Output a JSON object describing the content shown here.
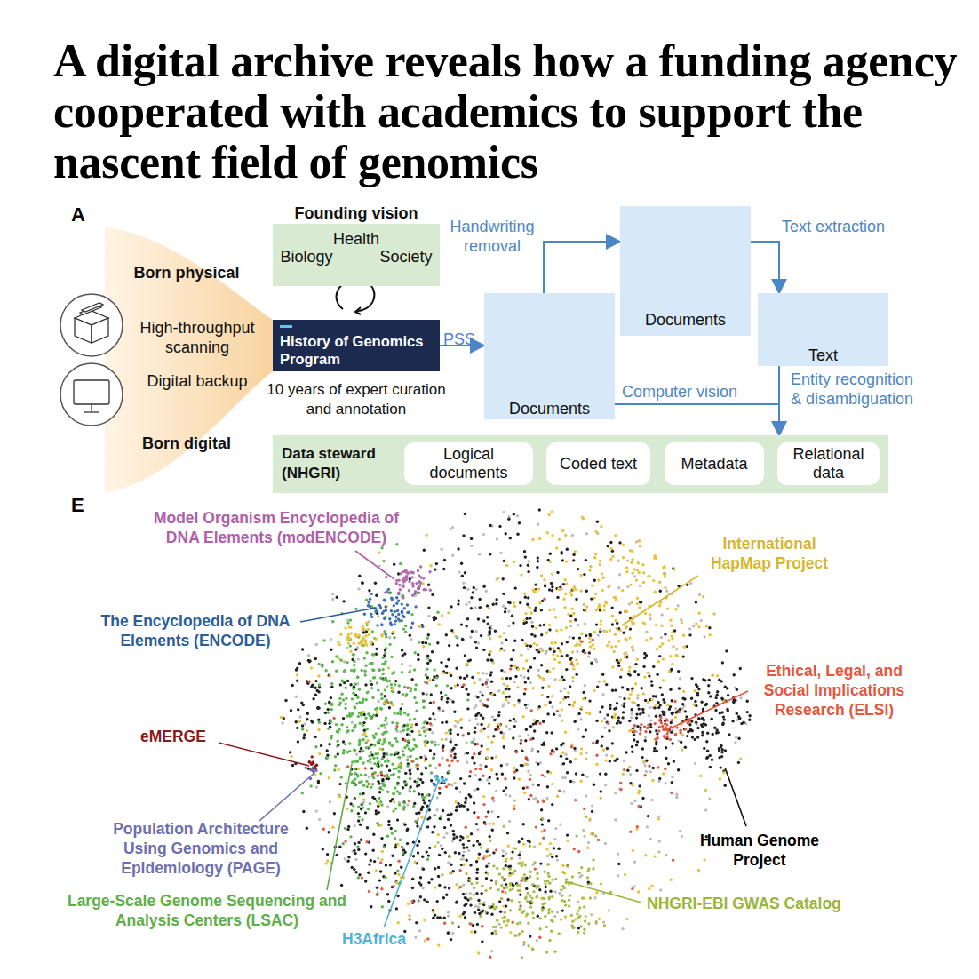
{
  "diagram": {
    "title": "A digital archive reveals how a funding agency cooperated with academics to support the nascent field of genomics",
    "nodes": [
      {
        "text": [
          "Founding vision",
          "Health",
          "Biology",
          "Society"
        ]
      },
      {
        "text": [
          "History of Genomics Program",
          "10 years of expert curation and annotation"
        ]
      },
      {
        "text": [
          "Documents"
        ]
      },
      {
        "text": [
          "Documents"
        ]
      },
      {
        "text": [
          "Text"
        ]
      },
      {
        "text": [
          "Data steward (NHGRI)"
        ]
      },
      {
        "text": [
          "Logical documents"
        ],
        "in": 5
      },
      {
        "text": [
          "Coded text"
        ],
        "in": 5
      },
      {
        "text": [
          "Metadata"
        ],
        "in": 5
      },
      {
        "text": [
          "Relational data"
        ],
        "in": 5
      }
    ],
    "edges": [
      {
        "from": 1,
        "to": 2,
        "label": "PSS",
        "arrow": "to"
      },
      {
        "from": 2,
        "to": 3,
        "label": "Handwriting removal",
        "arrow": "to"
      },
      {
        "from": 3,
        "to": 4,
        "label": "Text extraction",
        "arrow": "to"
      },
      {
        "from": 2,
        "to": 5,
        "label": "Computer vision",
        "arrow": "to"
      },
      {
        "from": 4,
        "to": 5,
        "label": "Entity recognition & disambiguation",
        "arrow": "to"
      }
    ],
    "labels": [
      "A",
      "Born physical",
      "High-throughput scanning",
      "Digital backup",
      "Born digital",
      "E",
      "Model Organism Encyclopedia of DNA Elements (modENCODE)",
      "The Encyclopedia of DNA Elements (ENCODE)",
      "eMERGE",
      "Population Architecture Using Genomics and Epidemiology (PAGE)",
      "Large-Scale Genome Sequencing and Analysis Centers (LSAC)",
      "H3Africa",
      "International HapMap Project",
      "Ethical, Legal, and Social Implications Research (ELSI)",
      "Human Genome Project",
      "NHGRI-EBI GWAS Catalog"
    ]
  }
}
